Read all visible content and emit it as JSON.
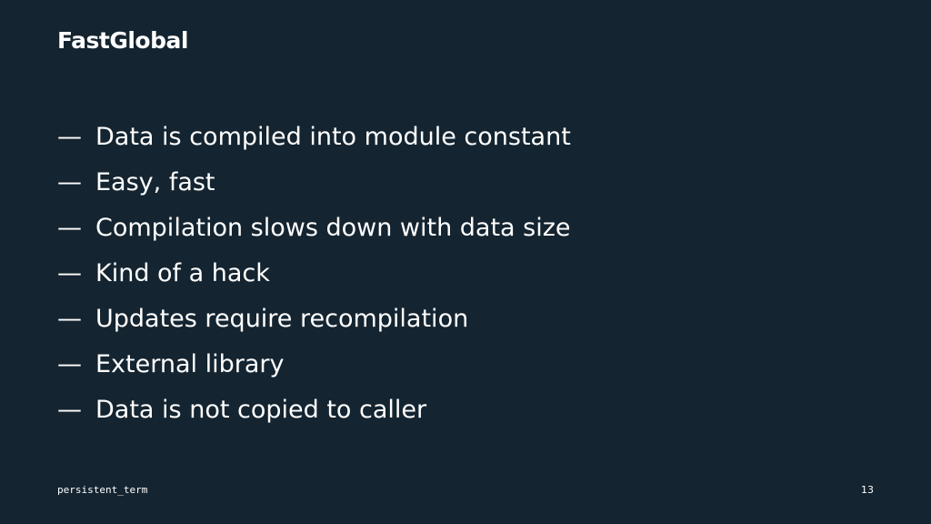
{
  "slide": {
    "title": "FastGlobal",
    "bullet_marker": "—",
    "bullets": [
      "Data is compiled into module constant",
      "Easy, fast",
      "Compilation slows down with data size",
      "Kind of a hack",
      "Updates require recompilation",
      "External library",
      "Data is not copied to caller"
    ],
    "footer_left": "persistent_term",
    "page_number": "13"
  },
  "colors": {
    "background": "#142430",
    "text": "#ffffff"
  }
}
